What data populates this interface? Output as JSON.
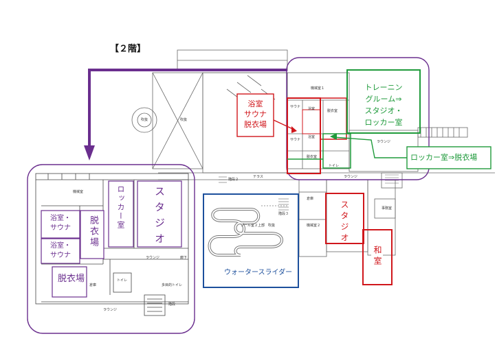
{
  "floor_title": "【２階】",
  "colors": {
    "red": "#d0161b",
    "green": "#1e9a3a",
    "purple": "#6a2e8e",
    "blue": "#1c4f9c",
    "line": "#555555"
  },
  "callouts": {
    "bath_sauna_dressing": [
      "浴室",
      "サウナ",
      "脱衣場"
    ],
    "training_room": [
      "トレーニン",
      "グルーム⇒",
      "スタジオ・",
      "ロッカー室"
    ],
    "locker_to_dressing": "ロッカー室⇒脱衣場",
    "studio": "スタジオ",
    "japanese_room": "和室",
    "water_slider": "ウォータースライダー"
  },
  "inset": {
    "locker_room": "ロッカー室",
    "studio": "スタジオ",
    "bath_sauna_1": [
      "浴室・",
      "サウナ"
    ],
    "bath_sauna_2": [
      "浴室・",
      "サウナ"
    ],
    "dressing_1": "脱衣場",
    "dressing_2": "脱衣場",
    "small_labels": {
      "machine_room": "機械室",
      "lounge_top": "ラウンジ",
      "lounge_bottom": "ラウンジ",
      "hall": "廊下",
      "toilet": "トイレ",
      "storage": "倉庫",
      "handicap_toilet": "多目的トイレ",
      "stairs": "階段"
    }
  },
  "plan_labels": {
    "atrium_left": "吹抜",
    "atrium_mid": "吹抜",
    "machine_room_1": "機械室１",
    "sauna_a": "サウナ",
    "sauna_b": "サウナ",
    "bath_a": "浴室",
    "bath_b": "浴室",
    "dressing_a": "脱衣室",
    "dressing_b": "脱衣室",
    "toilet": "トイレ",
    "lounge_a": "ラウンジ",
    "lounge_b": "ラウンジ",
    "terrace": "テラス",
    "pool_label": "プール室２上部　吹抜",
    "machine_room_2": "機械室２",
    "warehouse": "倉庫",
    "office": "事務室",
    "stairs_2": "階段２",
    "stairs_3": "階段３"
  }
}
